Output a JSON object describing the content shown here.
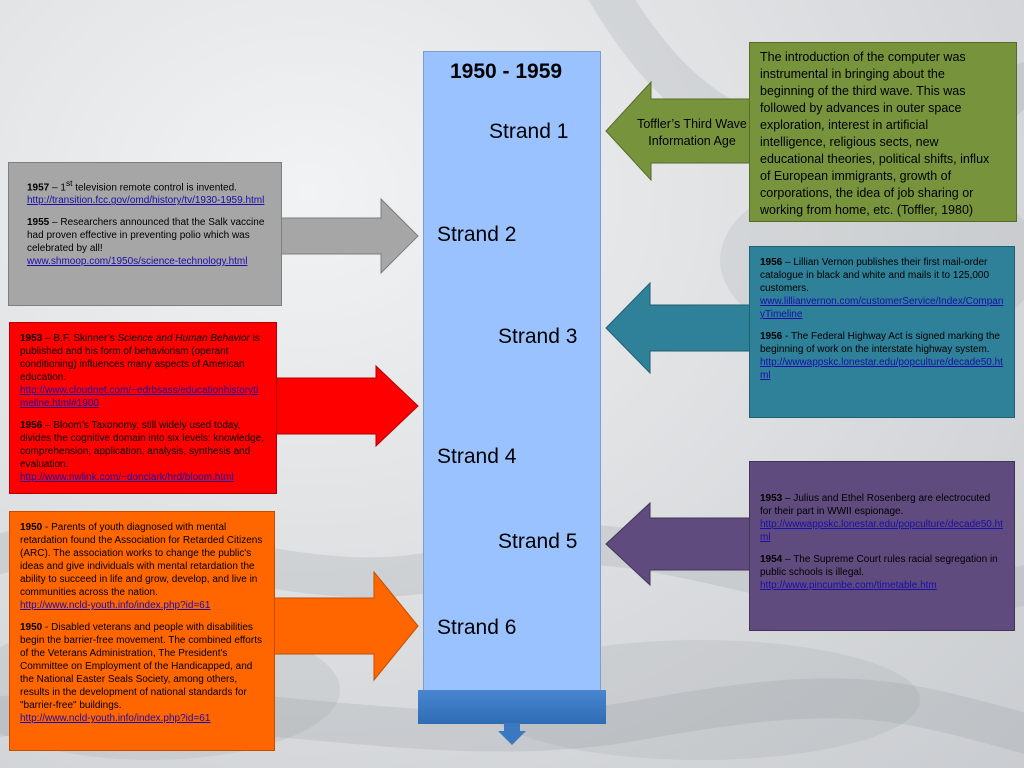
{
  "title": "1950 - 1959",
  "strands": [
    "Strand 1",
    "Strand 2",
    "Strand 3",
    "Strand 4",
    "Strand 5",
    "Strand 6"
  ],
  "toffler_label": {
    "line1": "Toffler’s Third Wave",
    "line2": "Information Age"
  },
  "toffler_text": [
    "The introduction of the computer was",
    "instrumental in bringing about the",
    "beginning of the third wave.  This was",
    "followed by advances in outer space",
    "exploration, interest in artificial",
    "intelligence, religious sects, new",
    "educational theories, political shifts, influx",
    "of European immigrants, growth of",
    "corporations, the idea of job sharing or",
    "working from home, etc.  (Toffler, 1980)"
  ],
  "colors": {
    "gray": "#a6a6a6",
    "red": "#ff0000",
    "orange": "#ff6600",
    "teal": "#2e8199",
    "purple": "#5f4b7d",
    "green": "#77933c",
    "timeline": "#99c2ff",
    "timeline_base": "#3a78c2"
  },
  "gray_box": [
    {
      "year": "1957",
      "sep": " – 1",
      "sup": "st",
      "text": " television remote control is invented.",
      "link": "http://transition.fcc.gov/omd/history/tv/1930-1959.html"
    },
    {
      "year": "1955",
      "sep": " – ",
      "text": "Researchers announced that the Salk vaccine had proven effective in preventing polio which was celebrated by all!",
      "link": "www.shmoop.com/1950s/science-technology.html"
    }
  ],
  "red_box": [
    {
      "year": "1953",
      "sep": " – ",
      "pre": "B.F. Skinner’s ",
      "italic": "Science and Human Behavior",
      "text": " is published and his form of behaviorism (operant conditioning) influences many aspects of American education.",
      "link": "http://www.cloudnet.com/~edrbsass/educationhistorytimeline.html#1900"
    },
    {
      "year": "1956",
      "sep": " – ",
      "text": "Bloom’s Taxonomy, still widely used today, divides the cognitive domain into six levels: knowledge, comprehension, application, analysis, synthesis and evaluation.",
      "link": "http://www.nwlink.com/~donclark/hrd/bloom.html"
    }
  ],
  "orange_box": [
    {
      "year": "1950",
      "sep": " - ",
      "text": "Parents of youth diagnosed with mental retardation found the Association for Retarded Citizens (ARC). The association works to change the public's ideas  and give individuals with mental retardation the ability to succeed in life and grow, develop, and live in communities across the nation.",
      "link": "http://www.ncld-youth.info/index.php?id=61"
    },
    {
      "year": "1950",
      "sep": " - ",
      "text": "Disabled veterans and people with disabilities begin the barrier-free movement. The combined efforts of the Veterans Administration, The President's Committee on Employment of the Handicapped, and the National Easter Seals Society, among others, results in the development of national standards for \"barrier-free\" buildings.",
      "link": "http://www.ncld-youth.info/index.php?id=61"
    }
  ],
  "teal_box": [
    {
      "year": "1956",
      "sep": " – ",
      "text": "Lillian Vernon publishes their first mail-order catalogue in black and white and mails it to 125,000 customers.",
      "link": "www.lillianvernon.com/customerService/Index/CompanyTimeline"
    },
    {
      "year": "1956",
      "sep": " - ",
      "text": "The Federal Highway Act is signed marking the beginning of work on the interstate highway system.",
      "link": "http://wwwappskc.lonestar.edu/popculture/decade50.html"
    }
  ],
  "purple_box": [
    {
      "year": "1953",
      "sep": " – ",
      "text": "Julius and Ethel Rosenberg are electrocuted for their part in WWII espionage.",
      "link": "http://wwwappskc.lonestar.edu/popculture/decade50.html"
    },
    {
      "year": "1954",
      "sep": " – ",
      "text": "The Supreme Court rules racial segregation in public schools is illegal.",
      "link": "http://www.pincumbe.com/timetable.htm"
    }
  ]
}
